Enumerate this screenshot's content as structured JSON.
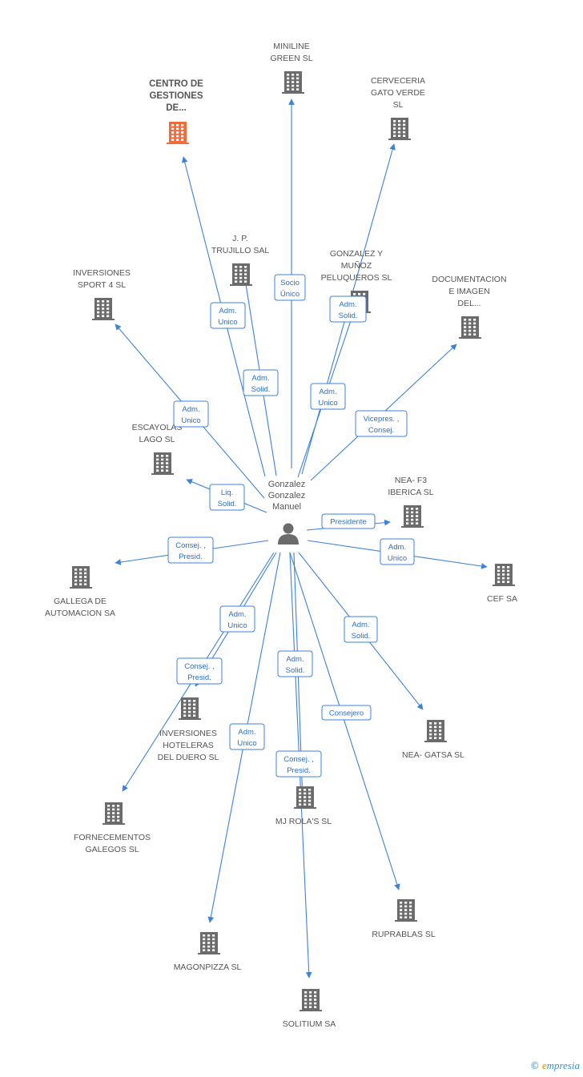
{
  "center": {
    "name_lines": [
      "Gonzalez",
      "Gonzalez",
      "Manuel"
    ],
    "icon": "person-icon"
  },
  "colors": {
    "edge": "#3b82d8",
    "building": "#6b6b6b",
    "building_highlight": "#f26b3a"
  },
  "companies": [
    {
      "id": "miniline-green",
      "lines": [
        "MINILINE",
        "GREEN SL"
      ],
      "highlight": false
    },
    {
      "id": "centro-gestiones",
      "lines": [
        "CENTRO DE",
        "GESTIONES",
        "DE..."
      ],
      "highlight": true
    },
    {
      "id": "cerveceria-gato-verde",
      "lines": [
        "CERVECERIA",
        "GATO VERDE",
        "SL"
      ],
      "highlight": false
    },
    {
      "id": "jp-trujillo",
      "lines": [
        "J. P.",
        "TRUJILLO SAL"
      ],
      "highlight": false
    },
    {
      "id": "gonzalez-munoz",
      "lines": [
        "GONZALEZ Y",
        "MUÑOZ",
        "PELUQUEROS SL"
      ],
      "highlight": false
    },
    {
      "id": "inversiones-sport",
      "lines": [
        "INVERSIONES",
        "SPORT 4 SL"
      ],
      "highlight": false
    },
    {
      "id": "documentacion-imagen",
      "lines": [
        "DOCUMENTACION",
        "E IMAGEN",
        "DEL..."
      ],
      "highlight": false
    },
    {
      "id": "escayolas-lago",
      "lines": [
        "ESCAYOLAS",
        "LAGO SL"
      ],
      "highlight": false
    },
    {
      "id": "nea-f3-iberica",
      "lines": [
        "NEA- F3",
        "IBERICA SL"
      ],
      "highlight": false
    },
    {
      "id": "gallega-automacion",
      "lines": [
        "GALLEGA DE",
        "AUTOMACION SA"
      ],
      "highlight": false
    },
    {
      "id": "cef",
      "lines": [
        "CEF SA"
      ],
      "highlight": false
    },
    {
      "id": "inversiones-hoteleras",
      "lines": [
        "INVERSIONES",
        "HOTELERAS",
        "DEL DUERO SL"
      ],
      "highlight": false
    },
    {
      "id": "nea-gatsa",
      "lines": [
        "NEA- GATSA SL"
      ],
      "highlight": false
    },
    {
      "id": "mj-rolas",
      "lines": [
        "MJ ROLA'S SL"
      ],
      "highlight": false
    },
    {
      "id": "fornecementos-galegos",
      "lines": [
        "FORNECEMENTOS",
        "GALEGOS SL"
      ],
      "highlight": false
    },
    {
      "id": "ruprablas",
      "lines": [
        "RUPRABLAS SL"
      ],
      "highlight": false
    },
    {
      "id": "magonpizza",
      "lines": [
        "MAGONPIZZA SL"
      ],
      "highlight": false
    },
    {
      "id": "solitium",
      "lines": [
        "SOLITIUM SA"
      ],
      "highlight": false
    }
  ],
  "relations": [
    {
      "target": "miniline-green",
      "role": [
        "Socio",
        "Único"
      ]
    },
    {
      "target": "centro-gestiones",
      "role": [
        "Adm.",
        "Unico"
      ]
    },
    {
      "target": "cerveceria-gato-verde",
      "role": [
        "Adm.",
        "Unico"
      ]
    },
    {
      "target": "jp-trujillo",
      "role": [
        "Adm.",
        "Solid."
      ]
    },
    {
      "target": "gonzalez-munoz",
      "role": [
        "Adm.",
        "Solid."
      ]
    },
    {
      "target": "inversiones-sport",
      "role": [
        "Adm.",
        "Unico"
      ]
    },
    {
      "target": "documentacion-imagen",
      "role": [
        "Vicepres. ,",
        "Consej."
      ]
    },
    {
      "target": "escayolas-lago",
      "role": [
        "Liq.",
        "Solid."
      ]
    },
    {
      "target": "nea-f3-iberica",
      "role": [
        "Presidente"
      ]
    },
    {
      "target": "gallega-automacion",
      "role": [
        "Consej. ,",
        "Presid."
      ]
    },
    {
      "target": "cef",
      "role": [
        "Adm.",
        "Unico"
      ]
    },
    {
      "target": "inversiones-hoteleras",
      "role": [
        "Adm.",
        "Unico"
      ]
    },
    {
      "target": "nea-gatsa",
      "role": [
        "Adm.",
        "Solid."
      ]
    },
    {
      "target": "mj-rolas",
      "role": [
        "Adm.",
        "Solid."
      ]
    },
    {
      "target": "fornecementos-galegos",
      "role": [
        "Consej. ,",
        "Presid."
      ]
    },
    {
      "target": "ruprablas",
      "role": [
        "Consejero"
      ]
    },
    {
      "target": "magonpizza",
      "role": [
        "Adm.",
        "Unico"
      ]
    },
    {
      "target": "solitium",
      "role": [
        "Consej. ,",
        "Presid."
      ]
    }
  ],
  "footer": {
    "copyright_symbol": "©",
    "brand_initial": "e",
    "brand_rest": "mpresia"
  }
}
